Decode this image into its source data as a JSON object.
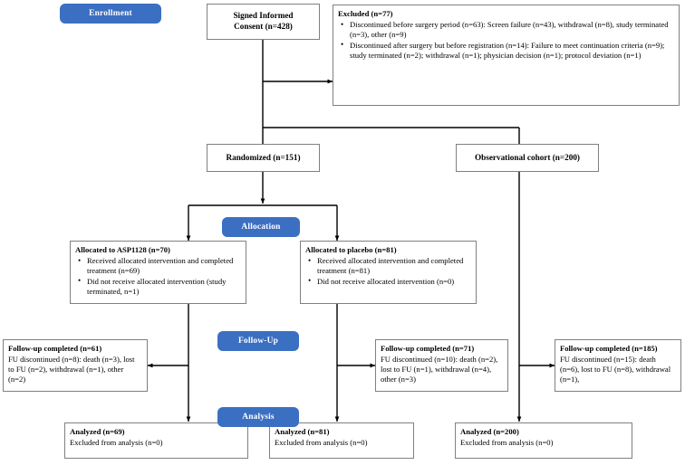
{
  "diagram": {
    "title": "CONSORT participant flow diagram",
    "accent_color": "#3b6fc2",
    "box_border_color": "#808080",
    "line_color": "#000000"
  },
  "stage_labels": {
    "enrollment": "Enrollment",
    "allocation": "Allocation",
    "followup": "Follow-Up",
    "analysis": "Analysis"
  },
  "nodes": {
    "consent": {
      "line1": "Signed Informed",
      "line2": "Consent (n=428)"
    },
    "excluded": {
      "heading": "Excluded (n=77)",
      "bullets": [
        "Discontinued before surgery period (n=63): Screen failure (n=43), withdrawal (n=8), study terminated (n=3), other (n=9)",
        "Discontinued after surgery but before registration (n=14): Failure to meet continuation criteria (n=9); study terminated (n=2); withdrawal (n=1); physician decision (n=1); protocol deviation (n=1)"
      ]
    },
    "randomized": {
      "label": "Randomized (n=151)"
    },
    "observational": {
      "label": "Observational cohort (n=200)"
    },
    "alloc_asp": {
      "heading": "Allocated to ASP1128 (n=70)",
      "bullets": [
        "Received allocated intervention and completed treatment (n=69)",
        "Did not receive allocated intervention (study terminated, n=1)"
      ]
    },
    "alloc_placebo": {
      "heading": "Allocated to placebo (n=81)",
      "bullets": [
        "Received allocated intervention and completed treatment (n=81)",
        "Did not receive allocated intervention (n=0)"
      ]
    },
    "fu_asp": {
      "heading": "Follow-up completed (n=61)",
      "detail": "FU discontinued (n=8): death (n=3), lost to FU (n=2), withdrawal (n=1), other (n=2)"
    },
    "fu_placebo": {
      "heading": "Follow-up completed (n=71)",
      "detail": "FU discontinued (n=10): death (n=2), lost to FU (n=1), withdrawal (n=4), other (n=3)"
    },
    "fu_obs": {
      "heading": "Follow-up completed (n=185)",
      "detail": "FU discontinued (n=15): death (n=6), lost to FU (n=8), withdrawal (n=1),"
    },
    "an_asp": {
      "heading": "Analyzed (n=69)",
      "detail": "Excluded from analysis (n=0)"
    },
    "an_placebo": {
      "heading": "Analyzed (n=81)",
      "detail": "Excluded from analysis (n=0)"
    },
    "an_obs": {
      "heading": "Analyzed (n=200)",
      "detail": "Excluded from analysis (n=0)"
    }
  }
}
